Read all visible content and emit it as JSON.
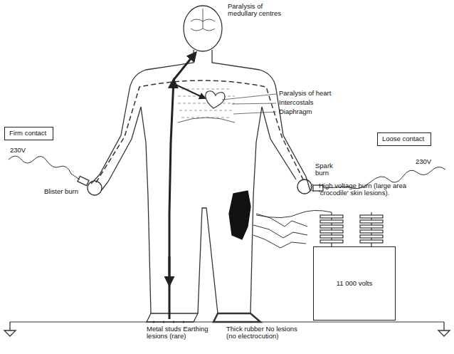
{
  "diagram": {
    "nodes": [
      {
        "text": [
          "Firm contact"
        ]
      },
      {
        "text": [
          "Loose contact"
        ]
      },
      {
        "text": [
          "11 000 volts"
        ]
      }
    ],
    "labels": [
      "Paralysis of medullary centres",
      "Paralysis of heart",
      "Intercostals",
      "Diaphragm",
      "230V",
      "Blister burn",
      "230V",
      "Spark burn",
      "High voltage burn (large area 'crocodile' skin lesions).",
      "Metal studs Earthing lesions (rare)",
      "Thick rubber No lesions (no electrocution)"
    ]
  }
}
